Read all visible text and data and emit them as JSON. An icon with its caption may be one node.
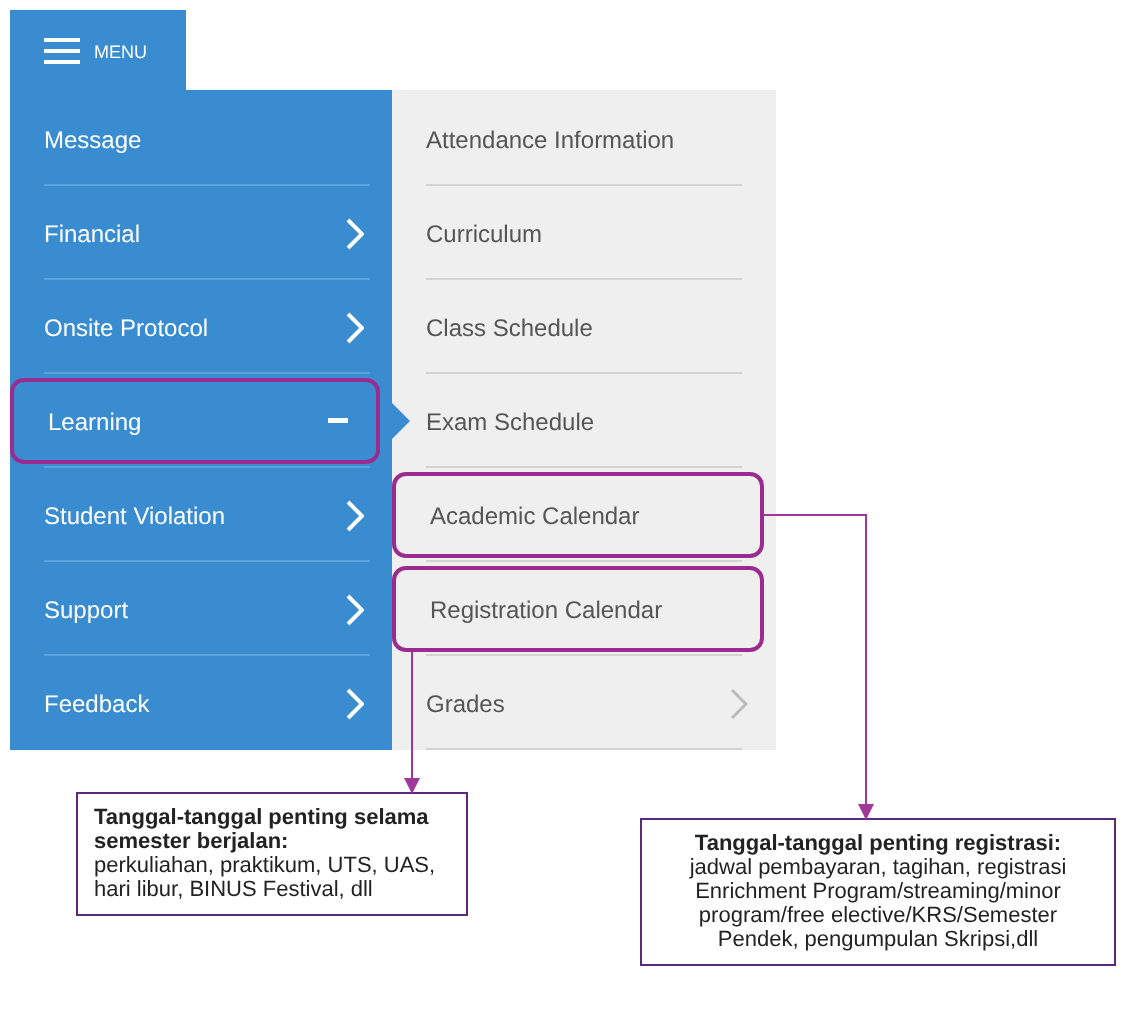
{
  "diagram": {
    "nodes": [
      {
        "text": [
          "MENU"
        ]
      },
      {
        "text": [
          "Message"
        ]
      },
      {
        "text": [
          "Financial"
        ]
      },
      {
        "text": [
          "Onsite Protocol"
        ]
      },
      {
        "text": [
          "Learning"
        ]
      },
      {
        "text": [
          "Student Violation"
        ]
      },
      {
        "text": [
          "Support"
        ]
      },
      {
        "text": [
          "Feedback"
        ]
      },
      {
        "text": [
          "Attendance Information"
        ]
      },
      {
        "text": [
          "Curriculum"
        ]
      },
      {
        "text": [
          "Class Schedule"
        ]
      },
      {
        "text": [
          "Exam Schedule"
        ]
      },
      {
        "text": [
          "Academic Calendar"
        ]
      },
      {
        "text": [
          "Registration Calendar"
        ]
      },
      {
        "text": [
          "Grades"
        ]
      },
      {
        "text": [
          "Tanggal-tanggal penting selama semester berjalan:",
          "perkuliahan, praktikum, UTS, UAS, hari libur, BINUS Festival, dll"
        ]
      },
      {
        "text": [
          "Tanggal-tanggal penting registrasi:",
          "jadwal pembayaran, tagihan, registrasi Enrichment Program/streaming/minor program/free elective/KRS/Semester Pendek, pengumpulan Skripsi,dll"
        ]
      }
    ],
    "edges": [
      {
        "from": 4,
        "to": 11,
        "arrow": "to",
        "color": "#3a8cd0"
      },
      {
        "from": 13,
        "to": 15,
        "arrow": "to"
      },
      {
        "from": 12,
        "to": 16,
        "arrow": "to"
      }
    ]
  }
}
